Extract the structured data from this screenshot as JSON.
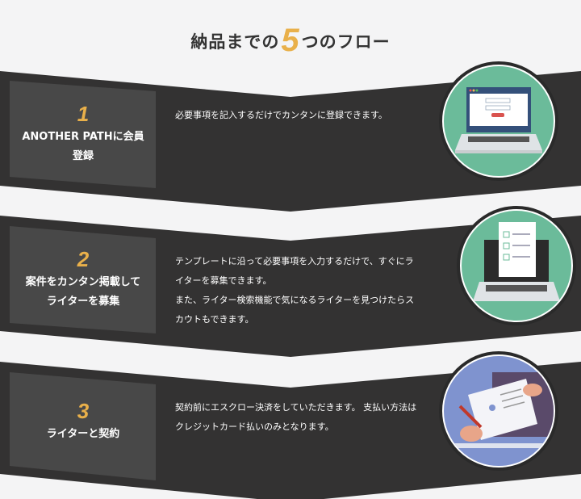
{
  "title": {
    "prefix": "納品までの",
    "number": "5",
    "suffix": "つのフロー"
  },
  "steps": [
    {
      "number": "1",
      "title_lines": [
        "ANOTHER PATHに会員",
        "登録"
      ],
      "description": [
        "必要事項を記入するだけでカンタンに登録できます。"
      ],
      "illustration": "laptop-login-icon"
    },
    {
      "number": "2",
      "title_lines": [
        "案件をカンタン掲載して",
        "ライターを募集"
      ],
      "description": [
        "テンプレートに沿って必要事項を入力するだけで、すぐにライターを募集できます。",
        "また、ライター検索機能で気になるライターを見つけたらスカウトもできます。"
      ],
      "illustration": "laptop-checklist-icon"
    },
    {
      "number": "3",
      "title_lines": [
        "ライターと契約"
      ],
      "description": [
        "契約前にエスクロー決済をしていただきます。 支払い方法はクレジットカード払いのみとなります。"
      ],
      "illustration": "contract-signing-icon"
    }
  ],
  "colors": {
    "accent": "#e9b04a",
    "band": "#333232",
    "box": "#484848",
    "green": "#6bbb9a",
    "blue": "#7f93cf"
  }
}
